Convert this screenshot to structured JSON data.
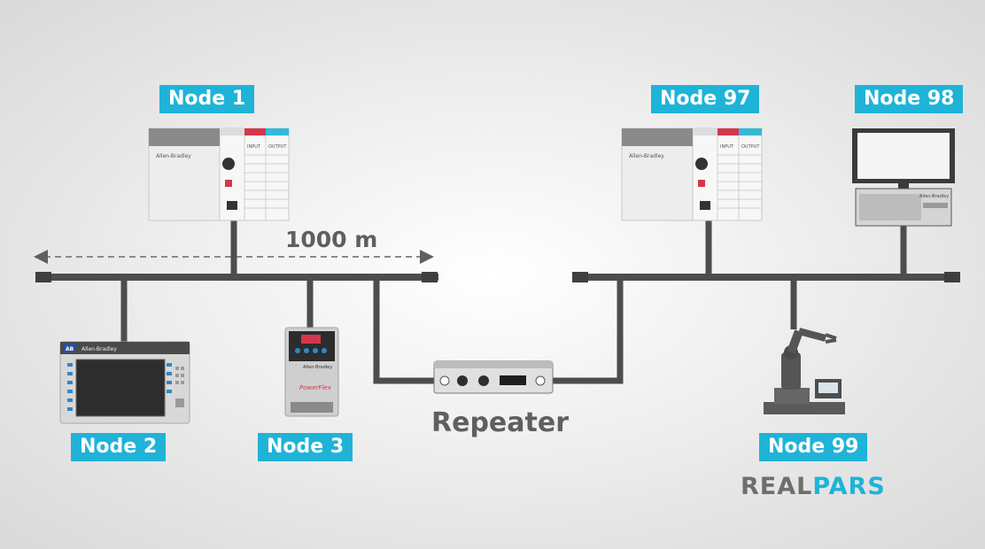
{
  "nodes": {
    "node1": "Node 1",
    "node2": "Node 2",
    "node3": "Node 3",
    "node97": "Node 97",
    "node98": "Node 98",
    "node99": "Node 99"
  },
  "distance_label": "1000 m",
  "repeater_label": "Repeater",
  "device_text": {
    "plc_brand": "Allen-Bradley",
    "plc_input": "INPUT",
    "plc_output": "OUTPUT",
    "hmi_brand": "Allen-Bradley",
    "hmi_ab": "AB",
    "drive_brand": "PowerFlex",
    "drive_ab": "Allen-Bradley",
    "pc_brand": "Allen-Bradley"
  },
  "logo": {
    "part1": "REAL",
    "part2": "PARS"
  },
  "colors": {
    "accent": "#1fb3d8",
    "cable": "#4d4d4d",
    "text": "#5f5f5f"
  }
}
